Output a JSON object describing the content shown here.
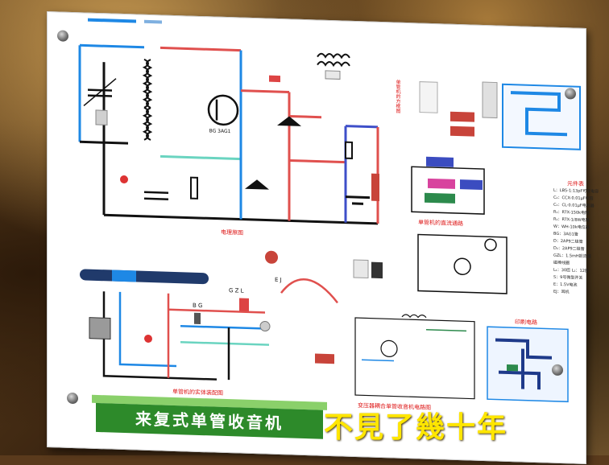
{
  "panel": {
    "banner_title": "来复式单管收音机",
    "schematic_label": "电理原图",
    "assembly_label": "单管机的实体装配图",
    "dc_label": "单管机的直流通路",
    "transformer_label": "变压器耦合单管收音机电路图",
    "pcb_label": "印刷电路",
    "vertical_label": "单管机的方框图",
    "parts_title": "元件表",
    "transistor_label": "BG 3AG1",
    "gzl_label": "G Z L",
    "ej_label": "E J",
    "bg_label": "B G",
    "parts": [
      "L：LB5-1:13pF可变电容",
      "C₂：CCX-0.01μF电容",
      "C₁：CL-0.01μF电容器",
      "R₁：RTX-150k电阻",
      "R₂：RTX-1/8W电阻",
      "W：WH-10k电位器",
      "BG：3AG1管",
      "D：2AP9二极管",
      "D₂：2AP9二极管",
      "GZL：1.5mH扼流圈",
      "磁棒线圈",
      "L₁：30匝 L₂：12匝",
      "S：9号微型开关",
      "E：1.5V电池",
      "EJ：耳机"
    ]
  },
  "caption": {
    "text": "不見了幾十年"
  }
}
